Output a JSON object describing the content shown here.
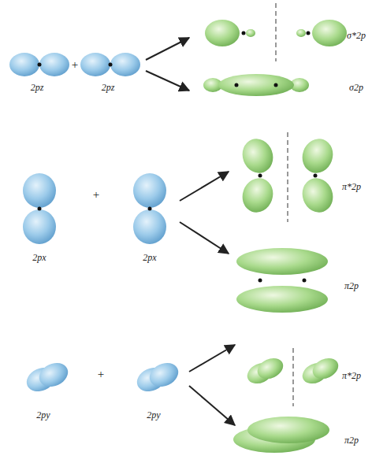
{
  "diagram": {
    "labels": [
      "2pz",
      "+",
      "2pz",
      "σ*2p",
      "σ2p",
      "2px",
      "+",
      "2px",
      "π*2p",
      "π2p",
      "2py",
      "+",
      "2py",
      "π*2p",
      "π2p"
    ]
  }
}
